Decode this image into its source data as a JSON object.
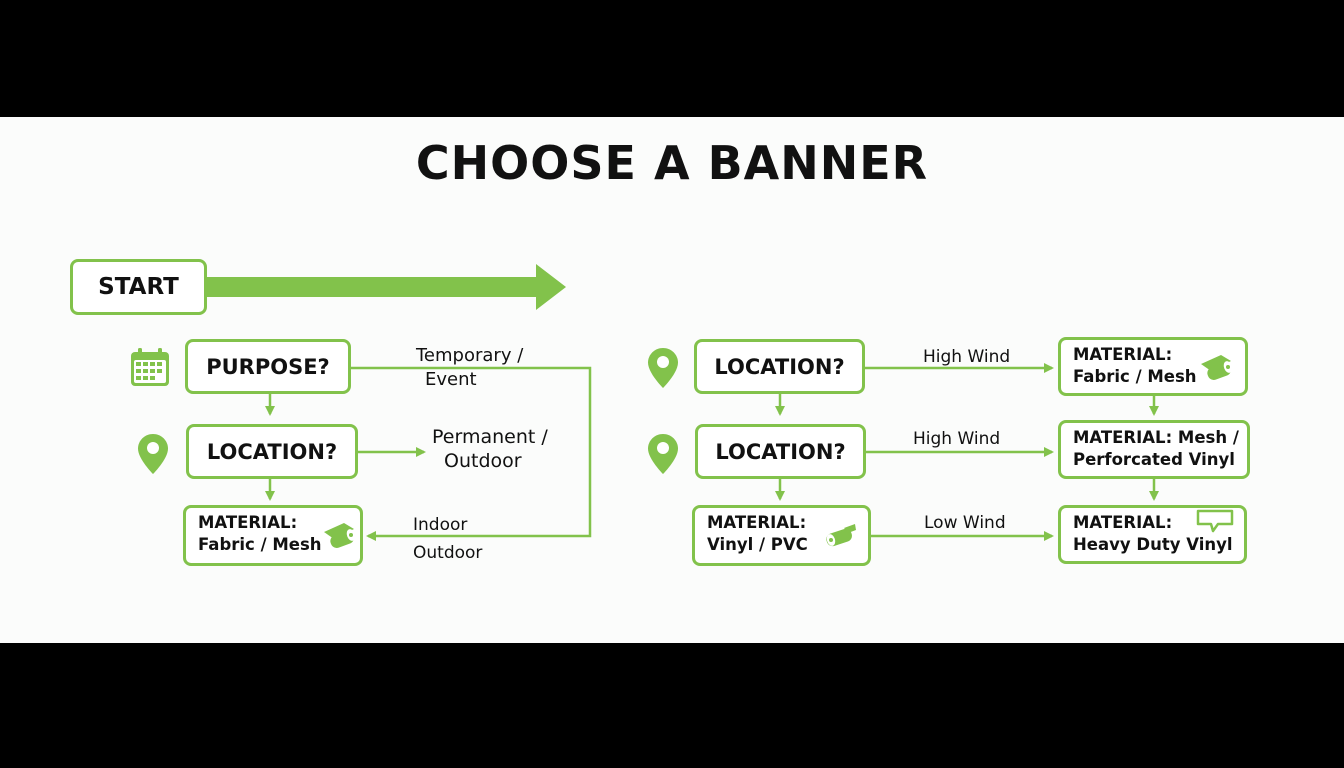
{
  "title": "CHOOSE A BANNER",
  "colors": {
    "accent": "#82c24b",
    "text": "#111111",
    "background": "#fbfcfb",
    "letterbox": "#000000"
  },
  "start": {
    "label": "START"
  },
  "left": {
    "purpose": {
      "label": "PURPOSE?",
      "icon": "calendar-icon"
    },
    "location": {
      "label": "LOCATION?",
      "icon": "map-pin-icon"
    },
    "material": {
      "line1": "MATERIAL:",
      "line2": "Fabric / Mesh",
      "icon": "fabric-roll-icon"
    },
    "edge_temporary": {
      "line1": "Temporary /",
      "line2": "Event"
    },
    "edge_permanent": {
      "line1": "Permanent /",
      "line2": "Outdoor"
    },
    "edge_indoor": "Indoor",
    "edge_outdoor": "Outdoor"
  },
  "right": {
    "location_top": {
      "label": "LOCATION?",
      "icon": "map-pin-icon"
    },
    "location_bottom": {
      "label": "LOCATION?",
      "icon": "map-pin-icon"
    },
    "material_vinyl": {
      "line1": "MATERIAL:",
      "line2": "Vinyl / PVC",
      "icon": "vinyl-roll-icon"
    },
    "material_fabric": {
      "line1": "MATERIAL:",
      "line2": "Fabric / Mesh",
      "icon": "fabric-roll-icon"
    },
    "material_perforated": {
      "line1": "MATERIAL: Mesh /",
      "line2": "Perforcated Vinyl"
    },
    "material_heavy": {
      "line1": "MATERIAL:",
      "line2": "Heavy Duty Vinyl",
      "icon": "speech-bubble-icon"
    },
    "edge_high_wind_1": "High Wind",
    "edge_high_wind_2": "High Wind",
    "edge_low_wind": "Low Wind"
  }
}
